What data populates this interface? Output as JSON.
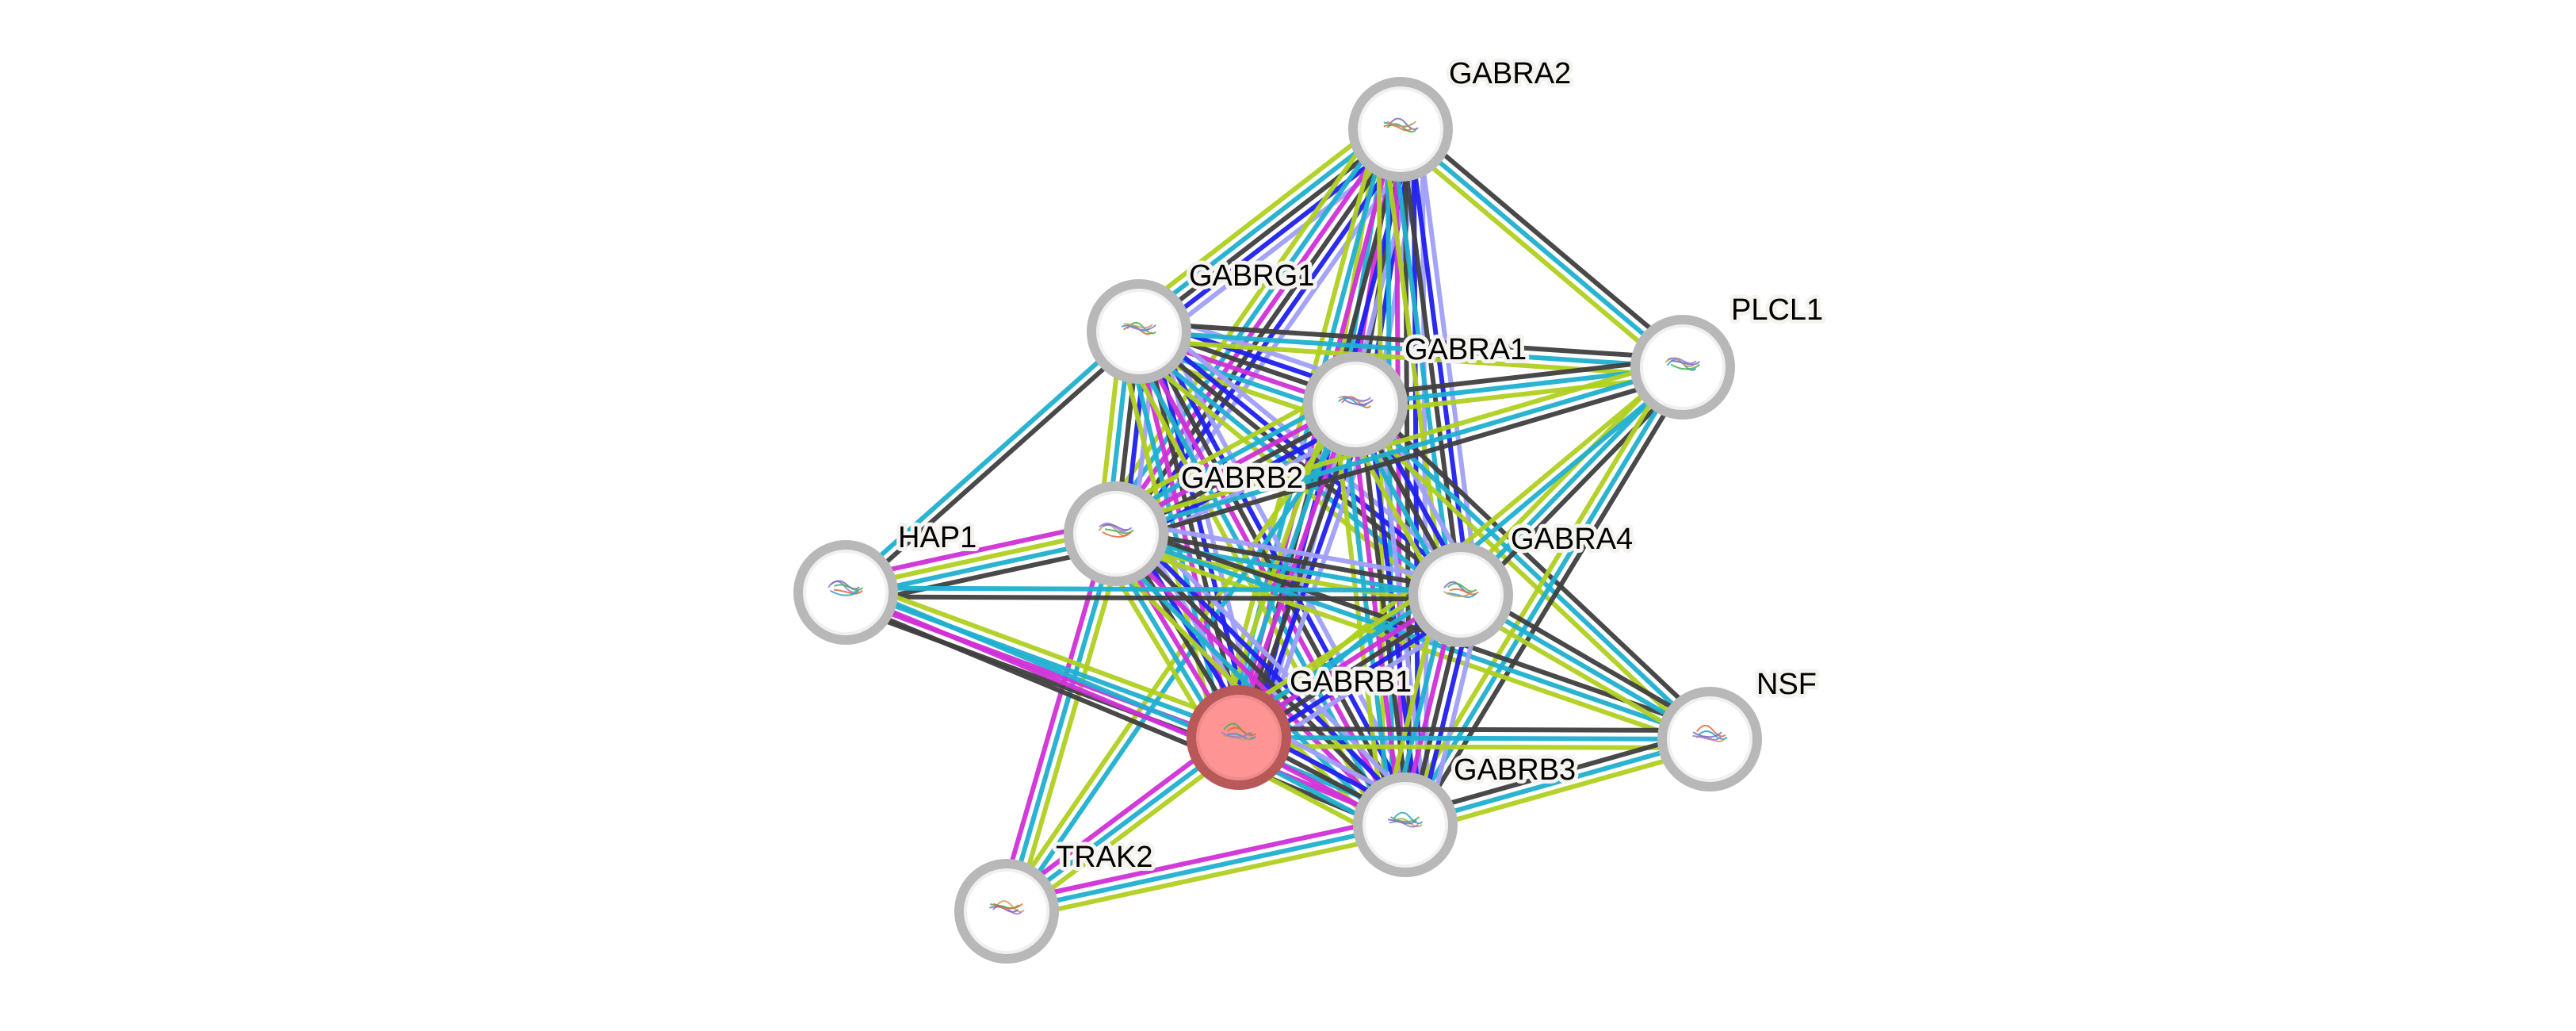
{
  "network": {
    "query_protein": "GABRB1",
    "colors": {
      "node_fill": "#ffffff",
      "node_ring": "#b8b8b8",
      "query_fill": "#ff9494",
      "query_ring": "#b85858",
      "label_halo": "#f4f3ef"
    },
    "evidence_channels": {
      "homology": "#a0a0f8",
      "cooccurrence": "#2020f0",
      "coexpression": "#404040",
      "experiments": "#d030d8",
      "databases": "#20b0d0",
      "textmining": "#b0d020"
    },
    "nodes": [
      {
        "id": "GABRA2",
        "label": "GABRA2",
        "structure_icon": "protein-structure-icon"
      },
      {
        "id": "GABRG1",
        "label": "GABRG1",
        "structure_icon": "protein-structure-icon"
      },
      {
        "id": "GABRA1",
        "label": "GABRA1",
        "structure_icon": "protein-structure-icon"
      },
      {
        "id": "PLCL1",
        "label": "PLCL1",
        "structure_icon": "protein-structure-icon"
      },
      {
        "id": "GABRB2",
        "label": "GABRB2",
        "structure_icon": "protein-structure-icon"
      },
      {
        "id": "HAP1",
        "label": "HAP1",
        "structure_icon": "protein-structure-icon"
      },
      {
        "id": "GABRA4",
        "label": "GABRA4",
        "structure_icon": "protein-structure-icon"
      },
      {
        "id": "GABRB1",
        "label": "GABRB1",
        "structure_icon": "protein-structure-icon",
        "query": true
      },
      {
        "id": "NSF",
        "label": "NSF",
        "structure_icon": "protein-structure-icon"
      },
      {
        "id": "GABRB3",
        "label": "GABRB3",
        "structure_icon": "protein-structure-icon"
      },
      {
        "id": "TRAK2",
        "label": "TRAK2",
        "structure_icon": "protein-structure-icon"
      }
    ],
    "edges": [
      {
        "a": "GABRA2",
        "b": "GABRG1",
        "evidence": [
          "homology",
          "cooccurrence",
          "coexpression",
          "databases",
          "textmining"
        ]
      },
      {
        "a": "GABRA2",
        "b": "GABRA1",
        "evidence": [
          "homology",
          "cooccurrence",
          "coexpression",
          "experiments",
          "databases",
          "textmining"
        ]
      },
      {
        "a": "GABRA2",
        "b": "GABRB2",
        "evidence": [
          "homology",
          "cooccurrence",
          "coexpression",
          "experiments",
          "databases",
          "textmining"
        ]
      },
      {
        "a": "GABRA2",
        "b": "GABRB1",
        "evidence": [
          "homology",
          "cooccurrence",
          "coexpression",
          "experiments",
          "databases",
          "textmining"
        ]
      },
      {
        "a": "GABRA2",
        "b": "GABRB3",
        "evidence": [
          "homology",
          "cooccurrence",
          "coexpression",
          "experiments",
          "databases",
          "textmining"
        ]
      },
      {
        "a": "GABRA2",
        "b": "GABRA4",
        "evidence": [
          "homology",
          "cooccurrence",
          "coexpression",
          "databases",
          "textmining"
        ]
      },
      {
        "a": "GABRA2",
        "b": "PLCL1",
        "evidence": [
          "coexpression",
          "databases",
          "textmining"
        ]
      },
      {
        "a": "GABRG1",
        "b": "GABRA1",
        "evidence": [
          "homology",
          "cooccurrence",
          "coexpression",
          "experiments",
          "databases",
          "textmining"
        ]
      },
      {
        "a": "GABRG1",
        "b": "PLCL1",
        "evidence": [
          "coexpression",
          "databases",
          "textmining"
        ]
      },
      {
        "a": "GABRG1",
        "b": "GABRB2",
        "evidence": [
          "homology",
          "cooccurrence",
          "coexpression",
          "databases",
          "textmining"
        ]
      },
      {
        "a": "GABRG1",
        "b": "GABRB1",
        "evidence": [
          "homology",
          "cooccurrence",
          "coexpression",
          "experiments",
          "databases",
          "textmining"
        ]
      },
      {
        "a": "GABRG1",
        "b": "GABRB3",
        "evidence": [
          "homology",
          "cooccurrence",
          "coexpression",
          "experiments",
          "databases",
          "textmining"
        ]
      },
      {
        "a": "GABRG1",
        "b": "GABRA4",
        "evidence": [
          "homology",
          "cooccurrence",
          "coexpression",
          "databases",
          "textmining"
        ]
      },
      {
        "a": "GABRG1",
        "b": "HAP1",
        "evidence": [
          "coexpression",
          "databases"
        ]
      },
      {
        "a": "GABRA1",
        "b": "PLCL1",
        "evidence": [
          "coexpression",
          "databases",
          "textmining"
        ]
      },
      {
        "a": "GABRA1",
        "b": "GABRB2",
        "evidence": [
          "homology",
          "cooccurrence",
          "coexpression",
          "experiments",
          "databases",
          "textmining"
        ]
      },
      {
        "a": "GABRA1",
        "b": "GABRB1",
        "evidence": [
          "homology",
          "cooccurrence",
          "coexpression",
          "experiments",
          "databases",
          "textmining"
        ]
      },
      {
        "a": "GABRA1",
        "b": "GABRB3",
        "evidence": [
          "homology",
          "cooccurrence",
          "coexpression",
          "experiments",
          "databases",
          "textmining"
        ]
      },
      {
        "a": "GABRA1",
        "b": "GABRA4",
        "evidence": [
          "homology",
          "cooccurrence",
          "coexpression",
          "databases",
          "textmining"
        ]
      },
      {
        "a": "GABRA1",
        "b": "NSF",
        "evidence": [
          "coexpression",
          "databases",
          "textmining"
        ]
      },
      {
        "a": "GABRA1",
        "b": "TRAK2",
        "evidence": [
          "databases",
          "textmining"
        ]
      },
      {
        "a": "PLCL1",
        "b": "GABRB2",
        "evidence": [
          "coexpression",
          "databases",
          "textmining"
        ]
      },
      {
        "a": "PLCL1",
        "b": "GABRA4",
        "evidence": [
          "coexpression",
          "databases",
          "textmining"
        ]
      },
      {
        "a": "PLCL1",
        "b": "GABRB1",
        "evidence": [
          "databases",
          "textmining"
        ]
      },
      {
        "a": "PLCL1",
        "b": "GABRB3",
        "evidence": [
          "coexpression",
          "databases",
          "textmining"
        ]
      },
      {
        "a": "GABRB2",
        "b": "HAP1",
        "evidence": [
          "coexpression",
          "databases",
          "textmining",
          "experiments"
        ]
      },
      {
        "a": "GABRB2",
        "b": "GABRB1",
        "evidence": [
          "homology",
          "cooccurrence",
          "coexpression",
          "experiments",
          "databases",
          "textmining"
        ]
      },
      {
        "a": "GABRB2",
        "b": "GABRB3",
        "evidence": [
          "homology",
          "cooccurrence",
          "coexpression",
          "experiments",
          "databases",
          "textmining"
        ]
      },
      {
        "a": "GABRB2",
        "b": "GABRA4",
        "evidence": [
          "homology",
          "coexpression",
          "databases",
          "textmining"
        ]
      },
      {
        "a": "GABRB2",
        "b": "NSF",
        "evidence": [
          "coexpression",
          "databases",
          "textmining"
        ]
      },
      {
        "a": "GABRB2",
        "b": "TRAK2",
        "evidence": [
          "textmining",
          "databases",
          "experiments"
        ]
      },
      {
        "a": "HAP1",
        "b": "GABRA4",
        "evidence": [
          "databases",
          "coexpression"
        ]
      },
      {
        "a": "HAP1",
        "b": "GABRB1",
        "evidence": [
          "textmining",
          "databases",
          "experiments",
          "coexpression"
        ]
      },
      {
        "a": "HAP1",
        "b": "GABRB3",
        "evidence": [
          "databases",
          "experiments",
          "coexpression"
        ]
      },
      {
        "a": "GABRA4",
        "b": "GABRB1",
        "evidence": [
          "homology",
          "cooccurrence",
          "coexpression",
          "experiments",
          "databases",
          "textmining"
        ]
      },
      {
        "a": "GABRA4",
        "b": "GABRB3",
        "evidence": [
          "homology",
          "cooccurrence",
          "coexpression",
          "experiments",
          "databases",
          "textmining"
        ]
      },
      {
        "a": "GABRA4",
        "b": "NSF",
        "evidence": [
          "coexpression",
          "databases",
          "textmining"
        ]
      },
      {
        "a": "GABRB1",
        "b": "NSF",
        "evidence": [
          "coexpression",
          "databases",
          "textmining"
        ]
      },
      {
        "a": "GABRB1",
        "b": "GABRB3",
        "evidence": [
          "homology",
          "cooccurrence",
          "coexpression",
          "experiments",
          "databases",
          "textmining"
        ]
      },
      {
        "a": "GABRB1",
        "b": "TRAK2",
        "evidence": [
          "textmining",
          "databases",
          "experiments"
        ]
      },
      {
        "a": "GABRB3",
        "b": "NSF",
        "evidence": [
          "coexpression",
          "databases",
          "textmining"
        ]
      },
      {
        "a": "GABRB3",
        "b": "TRAK2",
        "evidence": [
          "textmining",
          "databases",
          "experiments"
        ]
      }
    ]
  }
}
